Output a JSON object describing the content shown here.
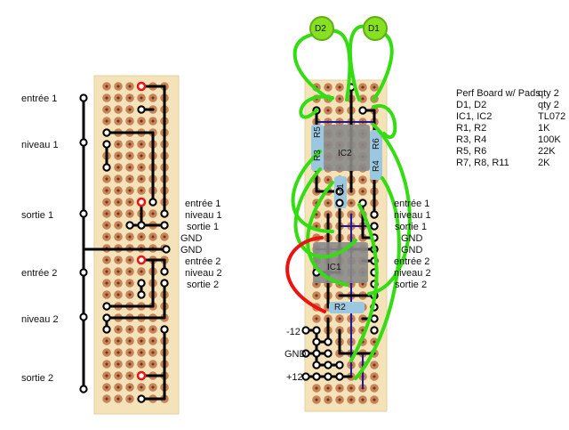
{
  "colors": {
    "board": "#f4e3b8",
    "board_edge": "#e2cf9c",
    "pad": "#c8825a",
    "pad_hole": "#6a3418",
    "wire_black": "#000000",
    "wire_green": "#33dd11",
    "wire_red": "#ee1111",
    "wire_blue": "#1a1aa0",
    "ic_body": "#8a8a8a",
    "resistor": "#9cc7e0",
    "led": "#88e022"
  },
  "left_board": {
    "side_labels": [
      "entrée 1",
      "niveau 1",
      "sortie 1",
      "entrée 2",
      "niveau 2",
      "sortie 2"
    ],
    "connector_labels": [
      "entrée 1",
      "niveau 1",
      "sortie 1",
      "GND",
      "GND",
      "entrée 2",
      "niveau 2",
      "sortie 2"
    ]
  },
  "right_board": {
    "connector_labels": [
      "entrée 1",
      "niveau 1",
      "sortie 1",
      "GND",
      "GND",
      "entrée 2",
      "niveau 2",
      "sortie 2"
    ],
    "power_labels": [
      "-12",
      "GND",
      "+12"
    ],
    "components": {
      "ic2": "IC2",
      "ic1": "IC1",
      "r1": "R1",
      "r2": "R2",
      "r3": "R3",
      "r4": "R4",
      "r5": "R5",
      "r6": "R6",
      "d1": "D1",
      "d2": "D2"
    }
  },
  "bom": [
    {
      "part": "Perf Board w/ Pads",
      "value": "qty 2"
    },
    {
      "part": "D1, D2",
      "value": "qty 2"
    },
    {
      "part": "IC1, IC2",
      "value": "TL072"
    },
    {
      "part": "R1, R2",
      "value": "1K"
    },
    {
      "part": "R3, R4",
      "value": "100K"
    },
    {
      "part": "R5, R6",
      "value": "22K"
    },
    {
      "part": "R7, R8, R11",
      "value": "2K"
    }
  ]
}
